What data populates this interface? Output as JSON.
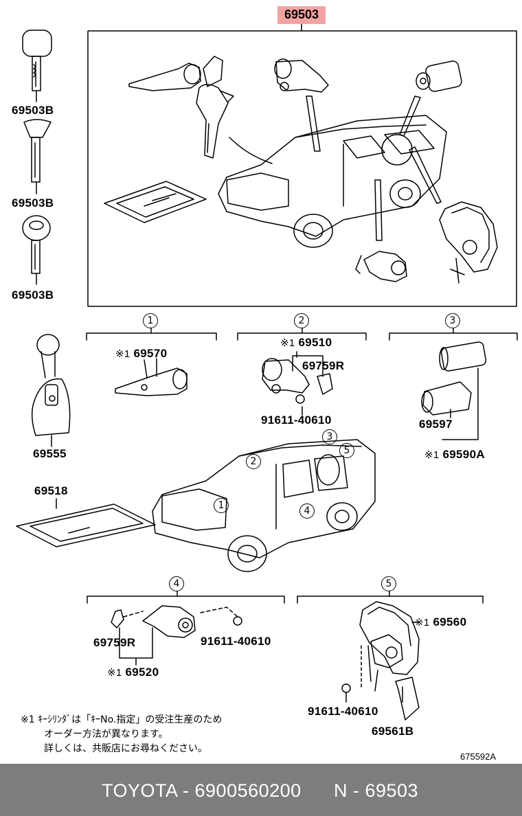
{
  "header": {
    "title": "69503"
  },
  "keys": [
    {
      "part": "69503B"
    },
    {
      "part": "69503B"
    },
    {
      "part": "69503B"
    }
  ],
  "groups": [
    {
      "num": "1"
    },
    {
      "num": "2"
    },
    {
      "num": "3"
    },
    {
      "num": "4"
    },
    {
      "num": "5"
    }
  ],
  "parts": {
    "g1_lock": "69570",
    "g2_lock": "69510",
    "g2_sub": "69759R",
    "g2_bolt": "91611-40610",
    "g3_cap": "69597",
    "g3_lock": "69590A",
    "key_holder": "69555",
    "plate": "69518",
    "g4_sub": "69759R",
    "g4_bolt": "91611-40610",
    "g4_lock": "69520",
    "g5_lock": "69560",
    "g5_bolt": "91611-40610",
    "g5_sub": "69561B"
  },
  "marks": {
    "note_mark": "※1"
  },
  "note": {
    "mark": "※1",
    "line1": "ｷｰｼﾘﾝﾀﾞは「ｷｰNo.指定」の受注生産のため",
    "line2": "オーダー方法が異なります。",
    "line3": "詳しくは、共販店にお尋ねください。"
  },
  "figure_id": "675592A",
  "footer": {
    "left": "TOYOTA - 6900560200",
    "right": "N - 69503"
  },
  "colors": {
    "title_highlight": "#f4a3a3",
    "footer_bg": "#7d7d7d"
  }
}
